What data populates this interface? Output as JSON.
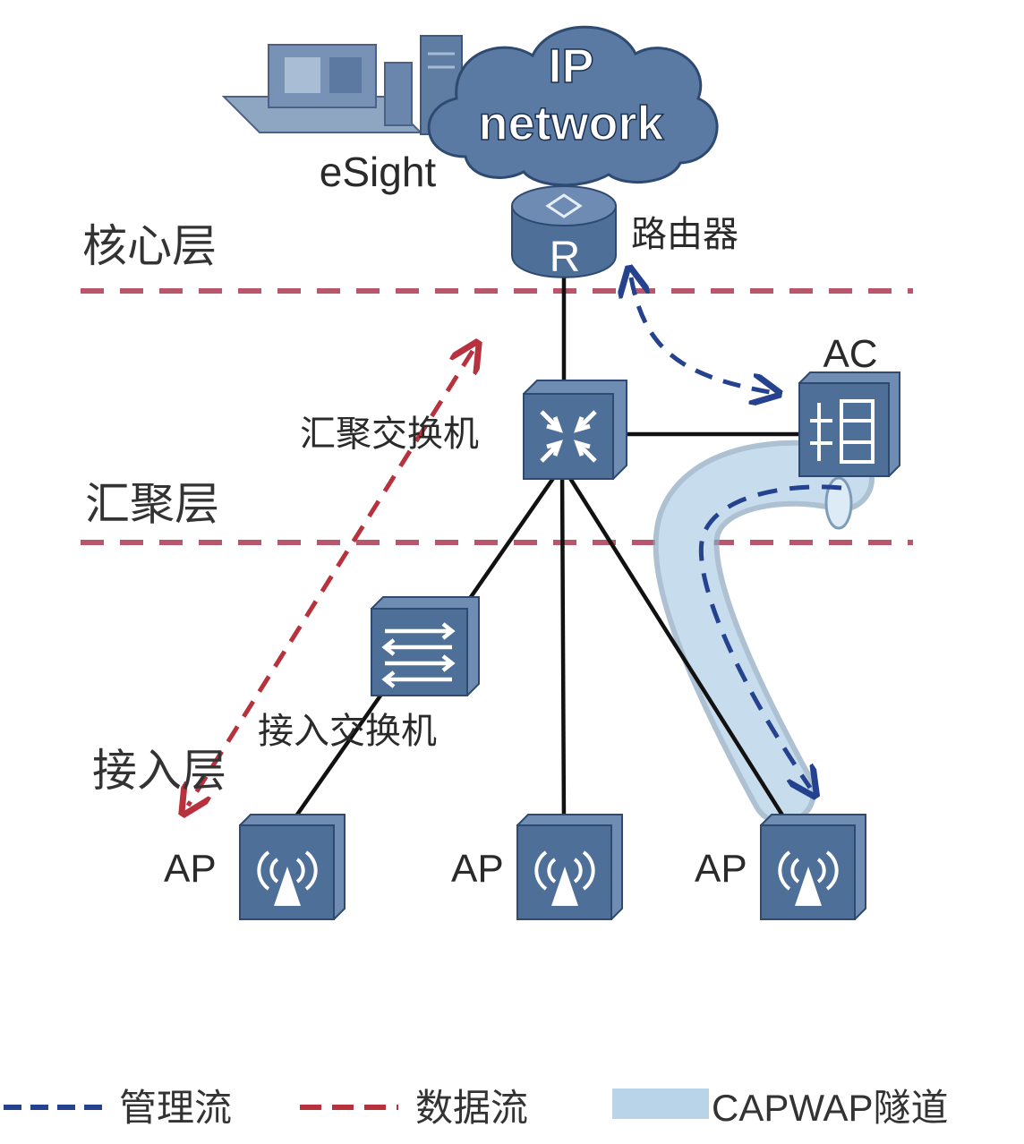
{
  "cloud": {
    "line1": "IP",
    "line2": "network"
  },
  "server_label": "eSight",
  "router": {
    "glyph": "R",
    "label": "路由器"
  },
  "layers": {
    "core": "核心层",
    "aggregation": "汇聚层",
    "access": "接入层"
  },
  "aggregation_switch_label": "汇聚交换机",
  "access_switch_label": "接入交换机",
  "ac_label": "AC",
  "ap_labels": [
    "AP",
    "AP",
    "AP"
  ],
  "legend": {
    "management_flow": "管理流",
    "data_flow": "数据流",
    "capwap_tunnel": "CAPWAP隧道"
  },
  "colors": {
    "device_fill": "#4e6f98",
    "device_dark": "#33507a",
    "cloud_fill": "#5a7aa3",
    "management_flow": "#25428f",
    "data_flow": "#b8323d",
    "layer_divider": "#b8566b",
    "tunnel_fill": "#b9d4e8",
    "link": "#111111"
  }
}
